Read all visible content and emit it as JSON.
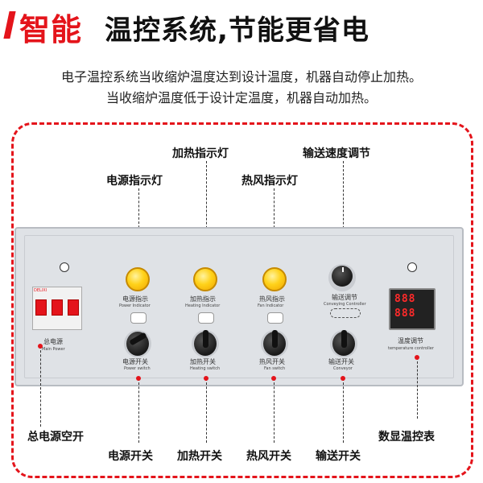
{
  "header": {
    "title_red": "智能",
    "title_black": "温控系统,节能更省电",
    "desc_line1": "电子温控系统当收缩炉温度达到设计温度，机器自动停止加热。",
    "desc_line2": "当收缩炉温度低于设计定温度，机器自动加热。"
  },
  "callouts": {
    "heating_indicator": "加热指示灯",
    "speed_adjust": "输送速度调节",
    "power_indicator": "电源指示灯",
    "fan_indicator": "热风指示灯",
    "main_breaker": "总电源空开",
    "thermo_display": "数显温控表",
    "power_switch": "电源开关",
    "heating_switch": "加热开关",
    "fan_switch": "热风开关",
    "conveyor_switch": "输送开关"
  },
  "panel": {
    "breaker_brand": "DELIXI",
    "main_power_cn": "总电源",
    "main_power_en": "Main Power",
    "power_ind_cn": "电源指示",
    "power_ind_en": "Power Indicator",
    "heating_ind_cn": "加热指示",
    "heating_ind_en": "Heating Indicator",
    "fan_ind_cn": "热风指示",
    "fan_ind_en": "Fan Indicator",
    "speed_cn": "输送调节",
    "speed_en": "Conveying Controller",
    "power_sw_cn": "电源开关",
    "power_sw_en": "Power switch",
    "heating_sw_cn": "加热开关",
    "heating_sw_en": "Heating switch",
    "fan_sw_cn": "热风开关",
    "fan_sw_en": "Fan switch",
    "conv_sw_cn": "输送开关",
    "conv_sw_en": "Conveyor",
    "temp_cn": "温度调节",
    "temp_en": "temperature controller",
    "thermo_pv": "888",
    "thermo_sv": "888"
  },
  "colors": {
    "accent": "#e4141b",
    "lamp": "#ffd21a",
    "panel": "#dfe2e6"
  }
}
